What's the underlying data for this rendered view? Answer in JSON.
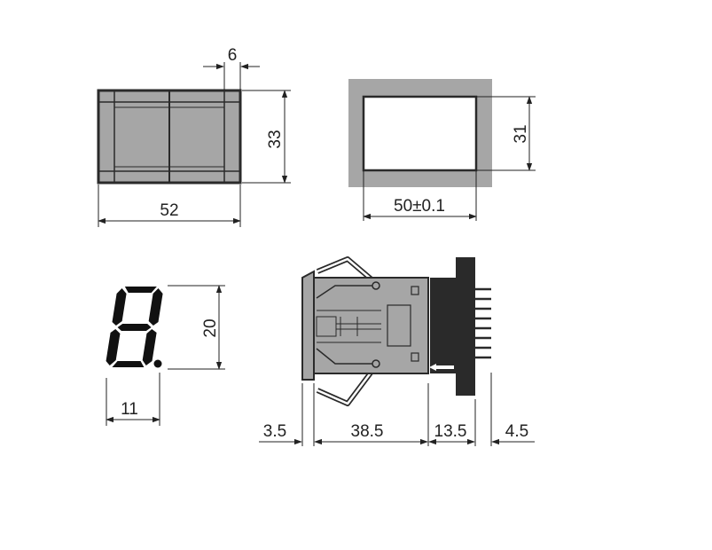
{
  "front_view": {
    "width_label": "52",
    "height_label": "33",
    "bezel_label": "6"
  },
  "panel_cutout": {
    "width_label": "50±0.1",
    "height_label": "31"
  },
  "digit": {
    "height_label": "20",
    "width_label": "11"
  },
  "side_view": {
    "dim_1": "3.5",
    "dim_2": "38.5",
    "dim_3": "13.5",
    "dim_4": "4.5"
  },
  "colors": {
    "body_gray": "#a6a6a6",
    "outline": "#2a2a2a",
    "digit_black": "#111111"
  }
}
